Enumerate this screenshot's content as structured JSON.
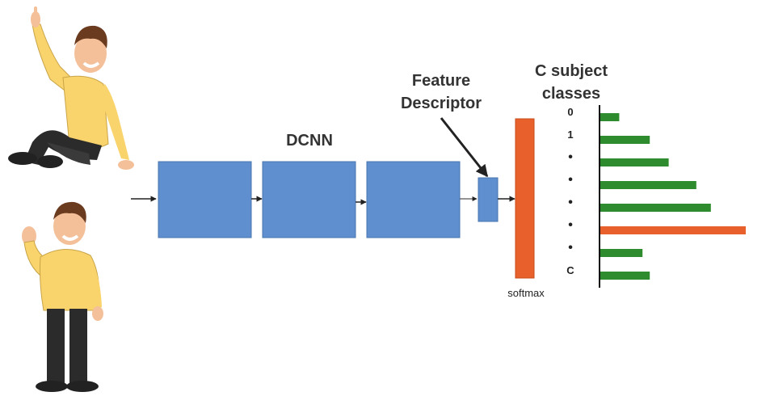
{
  "labels": {
    "dcnn": "DCNN",
    "feature_line1": "Feature",
    "feature_line2": "Descriptor",
    "classes_line1": "C subject",
    "classes_line2": "classes",
    "softmax": "softmax"
  },
  "class_labels": [
    "0",
    "1",
    "•",
    "•",
    "•",
    "•",
    "•",
    "C"
  ],
  "class_scores": [
    0.13,
    0.34,
    0.47,
    0.66,
    0.76,
    1.0,
    0.29,
    0.34
  ],
  "colors": {
    "block": "#5f8fce",
    "block_border": "#4a75ad",
    "softmax": "#e8612c",
    "bar": "#2e8b2e",
    "bar_highlight": "#e8612c",
    "shirt": "#f9d36b",
    "pants": "#2b2b2b",
    "skin": "#f4c09a",
    "hair": "#6b3b1f"
  },
  "highlight_index": 5,
  "icons": [
    "sitting-person-icon",
    "standing-person-icon"
  ]
}
